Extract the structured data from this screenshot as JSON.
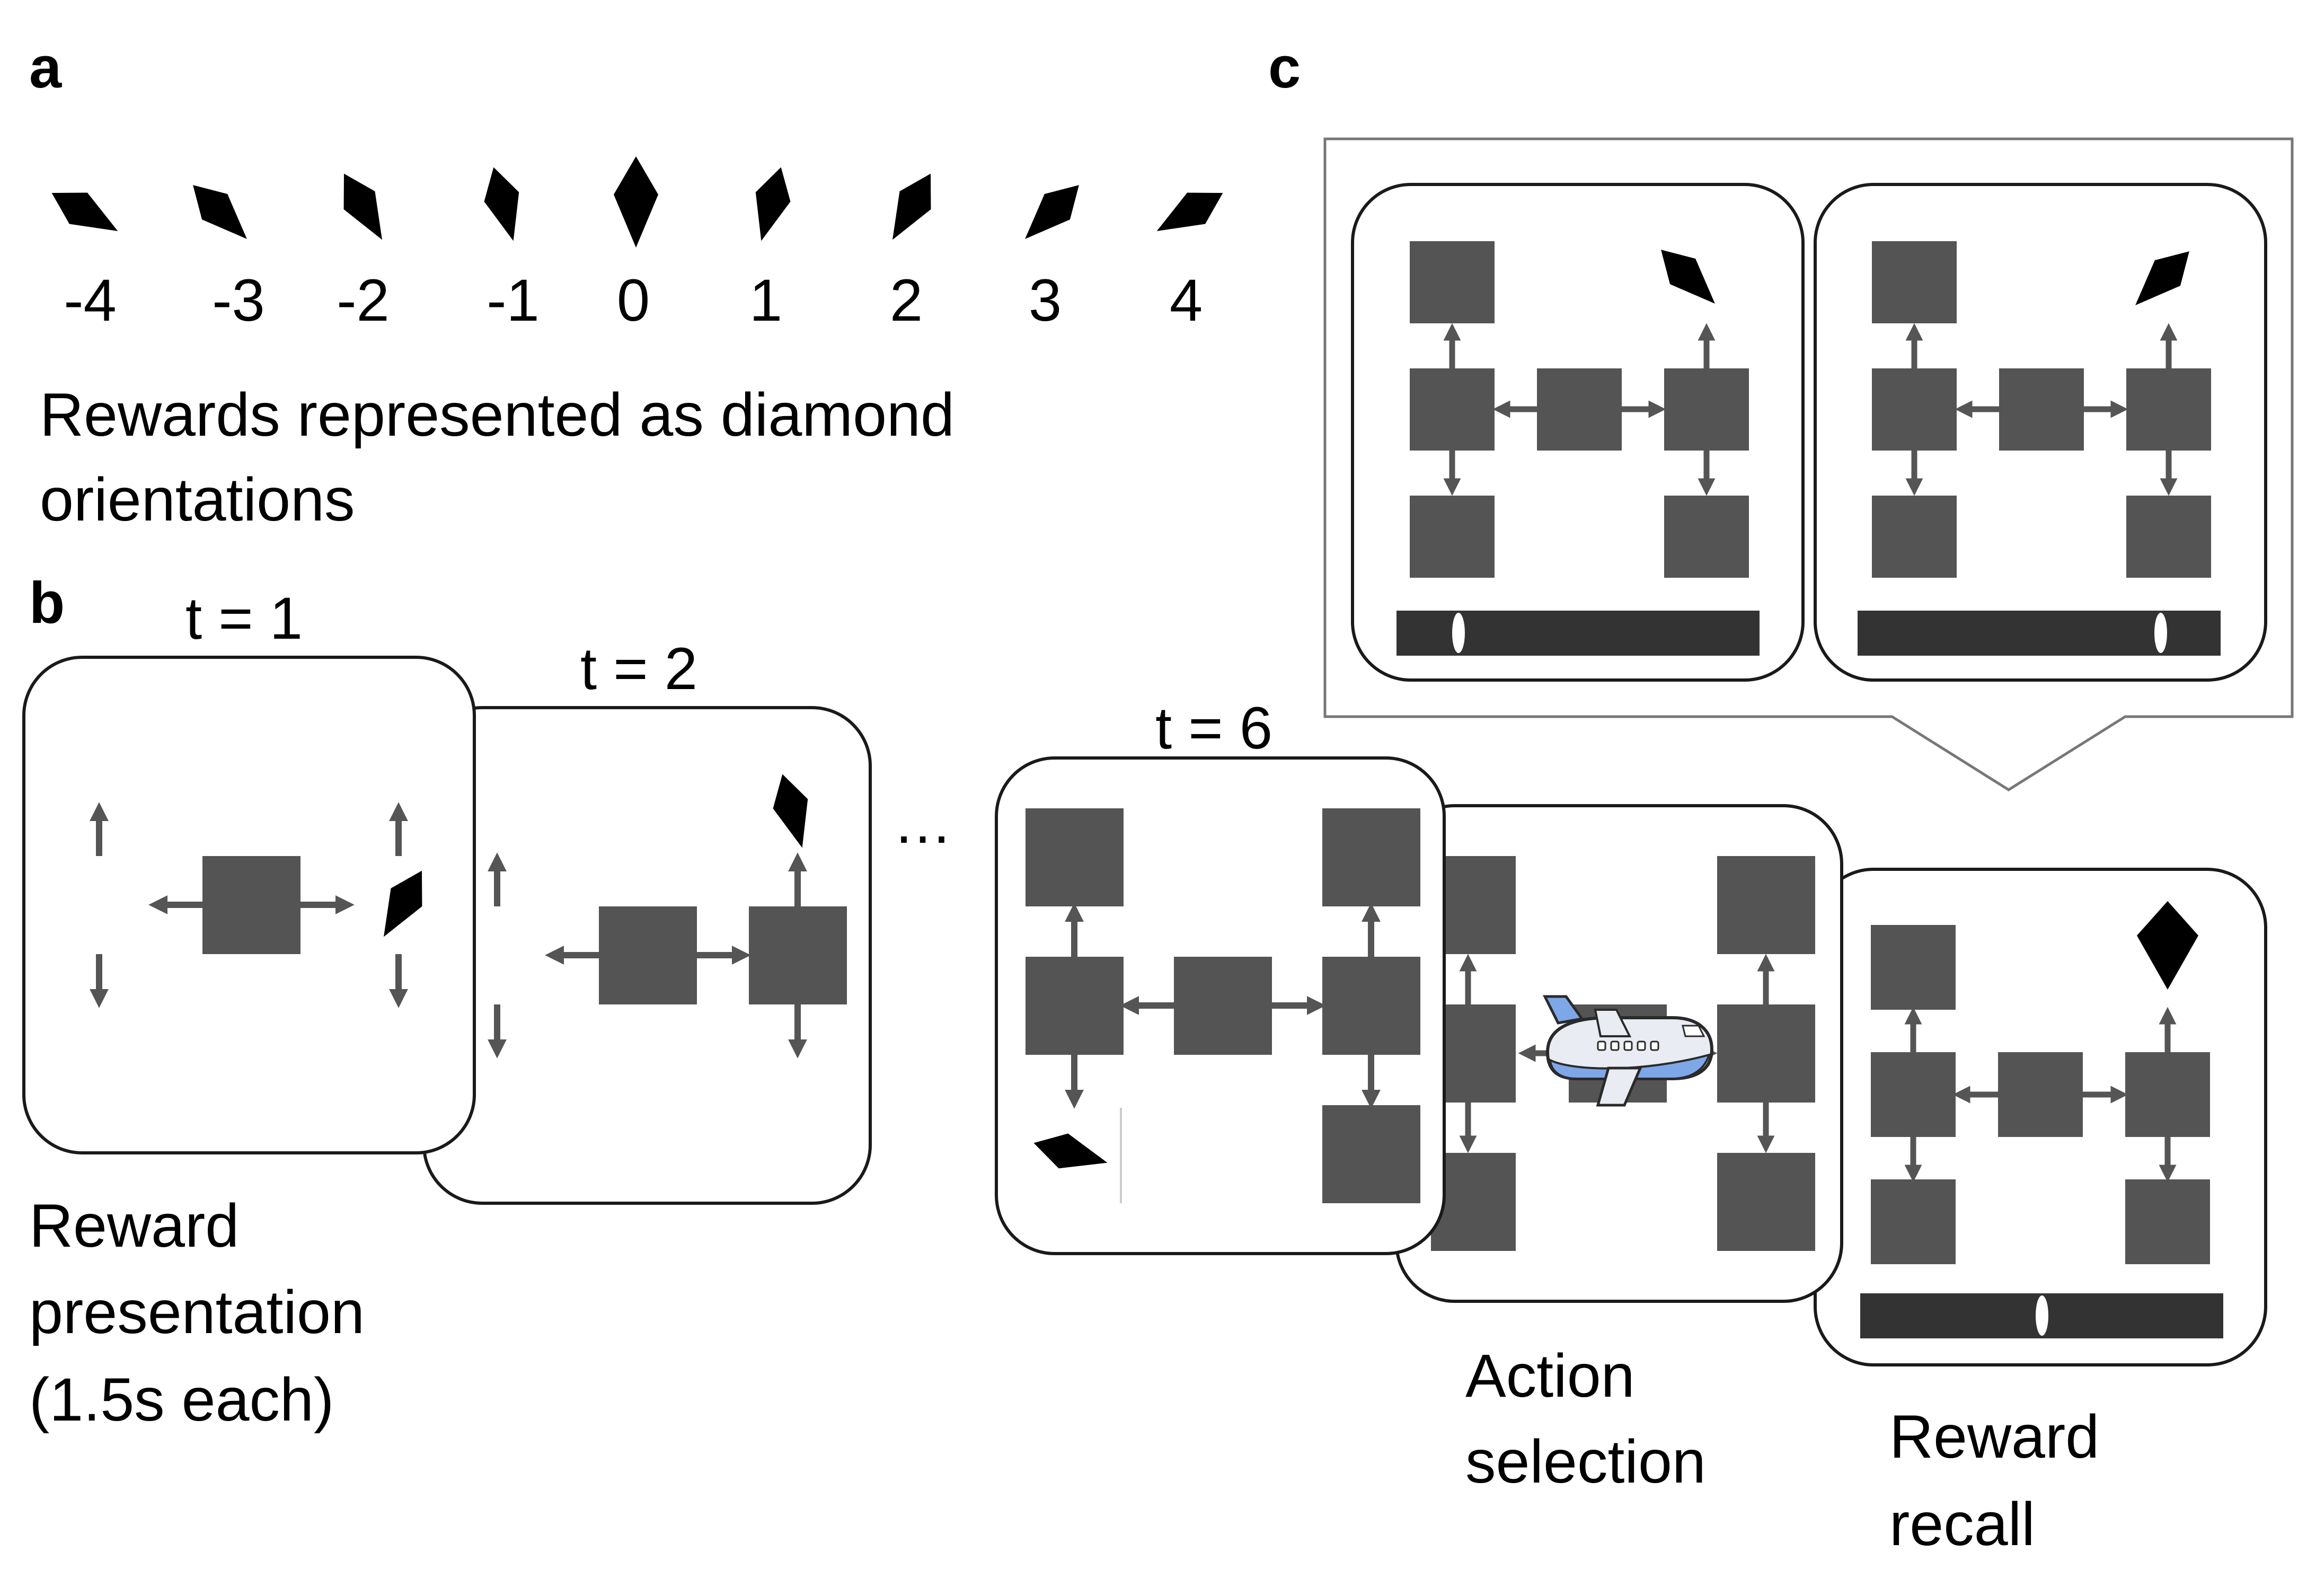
{
  "colors": {
    "node": "#545454",
    "arrow": "#555555",
    "diamond": "#000000",
    "slider": "#333333",
    "frame_border": "#1a1a1a",
    "callout_border": "#777777"
  },
  "panel_a": {
    "letter": "a",
    "orientation_values": [
      "-4",
      "-3",
      "-2",
      "-1",
      "0",
      "1",
      "2",
      "3",
      "4"
    ],
    "caption_line1": "Rewards represented as diamond",
    "caption_line2": "orientations"
  },
  "panel_b": {
    "letter": "b",
    "t1": "t = 1",
    "t2": "t = 2",
    "t6": "t = 6",
    "ellipsis": "…",
    "reward_presentation": [
      "Reward",
      "presentation",
      "(1.5s each)"
    ],
    "action_selection": [
      "Action",
      "selection"
    ],
    "reward_recall": [
      "Reward",
      "recall"
    ],
    "icons": [
      "airplane-icon",
      "diamond-icon",
      "slider-icon",
      "arrow-icon"
    ]
  },
  "panel_c": {
    "letter": "c"
  }
}
